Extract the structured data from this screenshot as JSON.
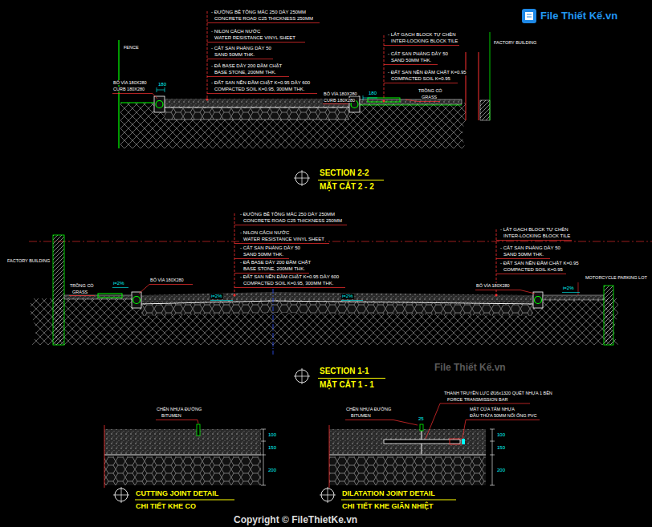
{
  "diagram": {
    "labels": [
      "- ĐƯỜNG BÊ TÔNG MÁC 250 DÀY 250MM",
      "CONCRETE ROAD C25 THICKNESS 250MM",
      "- NILON CÁCH NƯỚC",
      "WATER RESISTANCE VINYL SHEET",
      "- CÁT SAN PHẲNG DÀY 50",
      "SAND 50MM THK.",
      "- ĐÁ BASE DÀY 200 ĐẦM CHẶT",
      "BASE STONE, 200MM THK.",
      "- ĐẤT SAN NỀN ĐẦM CHẶT K=0.95 DÀY 600",
      "COMPACTED SOIL K=0.95, 300MM THK.",
      "- LÁT GẠCH BLOCK TỰ CHÈN",
      "INTER-LOCKING BLOCK TILE",
      "- CÁT SAN PHẲNG DÀY 50",
      "SAND 50MM THK.",
      "- ĐẤT SAN NỀN ĐẦM CHẶT K=0.95",
      "COMPACTED SOIL K=0.95",
      "FENCE",
      "BÓ VỈA 180X280",
      "CURB 180X280",
      "180",
      "BÓ VỈA 180X280",
      "CURB 180X280",
      "180",
      "TRỒNG CỎ",
      "GRASS",
      "FACTORY BUILDING",
      "SECTION 2-2",
      "MẶT CẮT 2 - 2",
      "- ĐƯỜNG BÊ TÔNG MÁC 250 DÀY 250MM",
      "CONCRETE ROAD C25 THICKNESS 250MM",
      "- NILON CÁCH NƯỚC",
      "WATER RESISTANCE VINYL SHEET",
      "- CÁT SAN PHẲNG DÀY 50",
      "SAND 50MM THK.",
      "- ĐÁ BASE DÀY 200 ĐẦM CHẶT",
      "BASE STONE, 200MM THK.",
      "- ĐẤT SAN NỀN ĐẦM CHẶT K=0.95 DÀY 600",
      "COMPACTED SOIL K=0.95, 300MM THK.",
      "- LÁT GẠCH BLOCK TỰ CHÈN",
      "INTER-LOCKING BLOCK TILE",
      "- CÁT SAN PHẲNG DÀY 50",
      "SAND 50MM THK.",
      "- ĐẤT SAN NỀN ĐẦM CHẶT K=0.95",
      "COMPACTED SOIL K=0.95",
      "FACTORY BUILDING",
      "TRỒNG CỎ",
      "GRASS",
      "BÓ VỈA 180X280",
      "BÓ VỈA 180X280",
      "MOTORCYCLE PARKING LOT",
      "i=2%",
      "i=2%",
      "i=2%",
      "i=2%",
      "SECTION 1-1",
      "MẶT CẮT 1 - 1",
      "CHÈN NHỰA ĐƯỜNG",
      "BITUMEN",
      "100",
      "150",
      "200",
      "CUTTING JOINT DETAIL",
      "CHI TIẾT KHE CO",
      "CHÈN NHỰA ĐƯỜNG",
      "BITUMEN",
      "THANH TRUYỀN LỰC Ø16x1320 QUÉT NHỰA 1 BÊN",
      "FORCE TRANSMISSION BAR",
      "MẶT CỬA TẤM NHỰA",
      "ĐẦU THỪA 50MM NỐI ỐNG PVC",
      "25",
      "100",
      "150",
      "200",
      "DILATATION JOINT DETAIL",
      "CHI TIẾT KHE GIÃN NHIỆT",
      "File Thiết Kế.vn",
      "File Thiết Kế.vn",
      "Copyright © FileThietKe.vn"
    ]
  }
}
